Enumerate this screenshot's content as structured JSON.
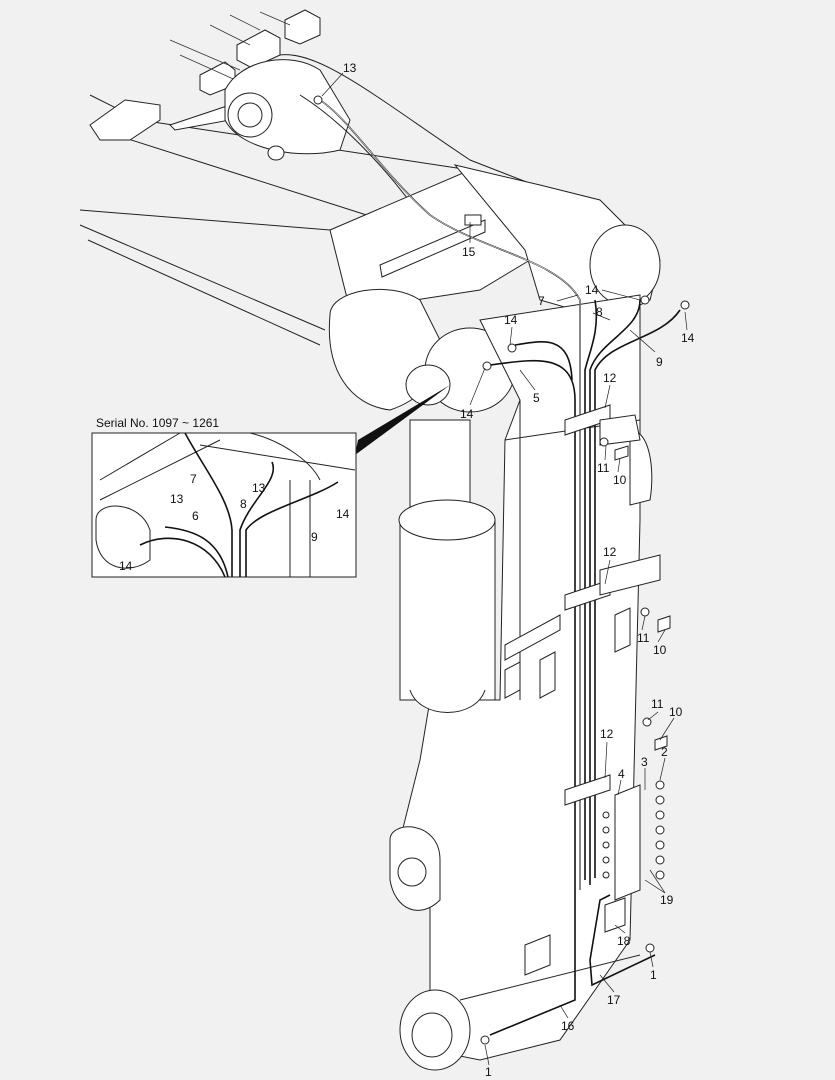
{
  "diagram": {
    "inset_caption": "Serial No. 1097 ~ 1261",
    "callouts": [
      "13",
      "15",
      "7",
      "8",
      "14",
      "14",
      "14",
      "5",
      "9",
      "14",
      "12",
      "11",
      "10",
      "12",
      "11",
      "10",
      "11",
      "10",
      "2",
      "3",
      "12",
      "4",
      "19",
      "18",
      "1",
      "17",
      "16",
      "1"
    ],
    "inset_callouts": [
      "7",
      "13",
      "13",
      "6",
      "8",
      "9",
      "14",
      "14"
    ]
  }
}
